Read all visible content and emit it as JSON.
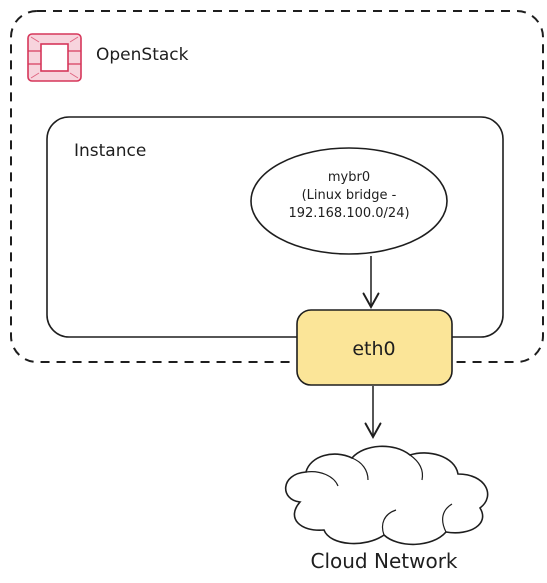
{
  "openstack": {
    "label": "OpenStack",
    "logo_color": "#d6365a"
  },
  "instance": {
    "label": "Instance"
  },
  "bridge": {
    "line1": "mybr0",
    "line2": "(Linux bridge -",
    "line3": "192.168.100.0/24)"
  },
  "eth0": {
    "label": "eth0",
    "fill": "#fbe598"
  },
  "cloud": {
    "label": "Cloud Network"
  },
  "colors": {
    "stroke": "#1e1e1e",
    "background": "#ffffff"
  }
}
